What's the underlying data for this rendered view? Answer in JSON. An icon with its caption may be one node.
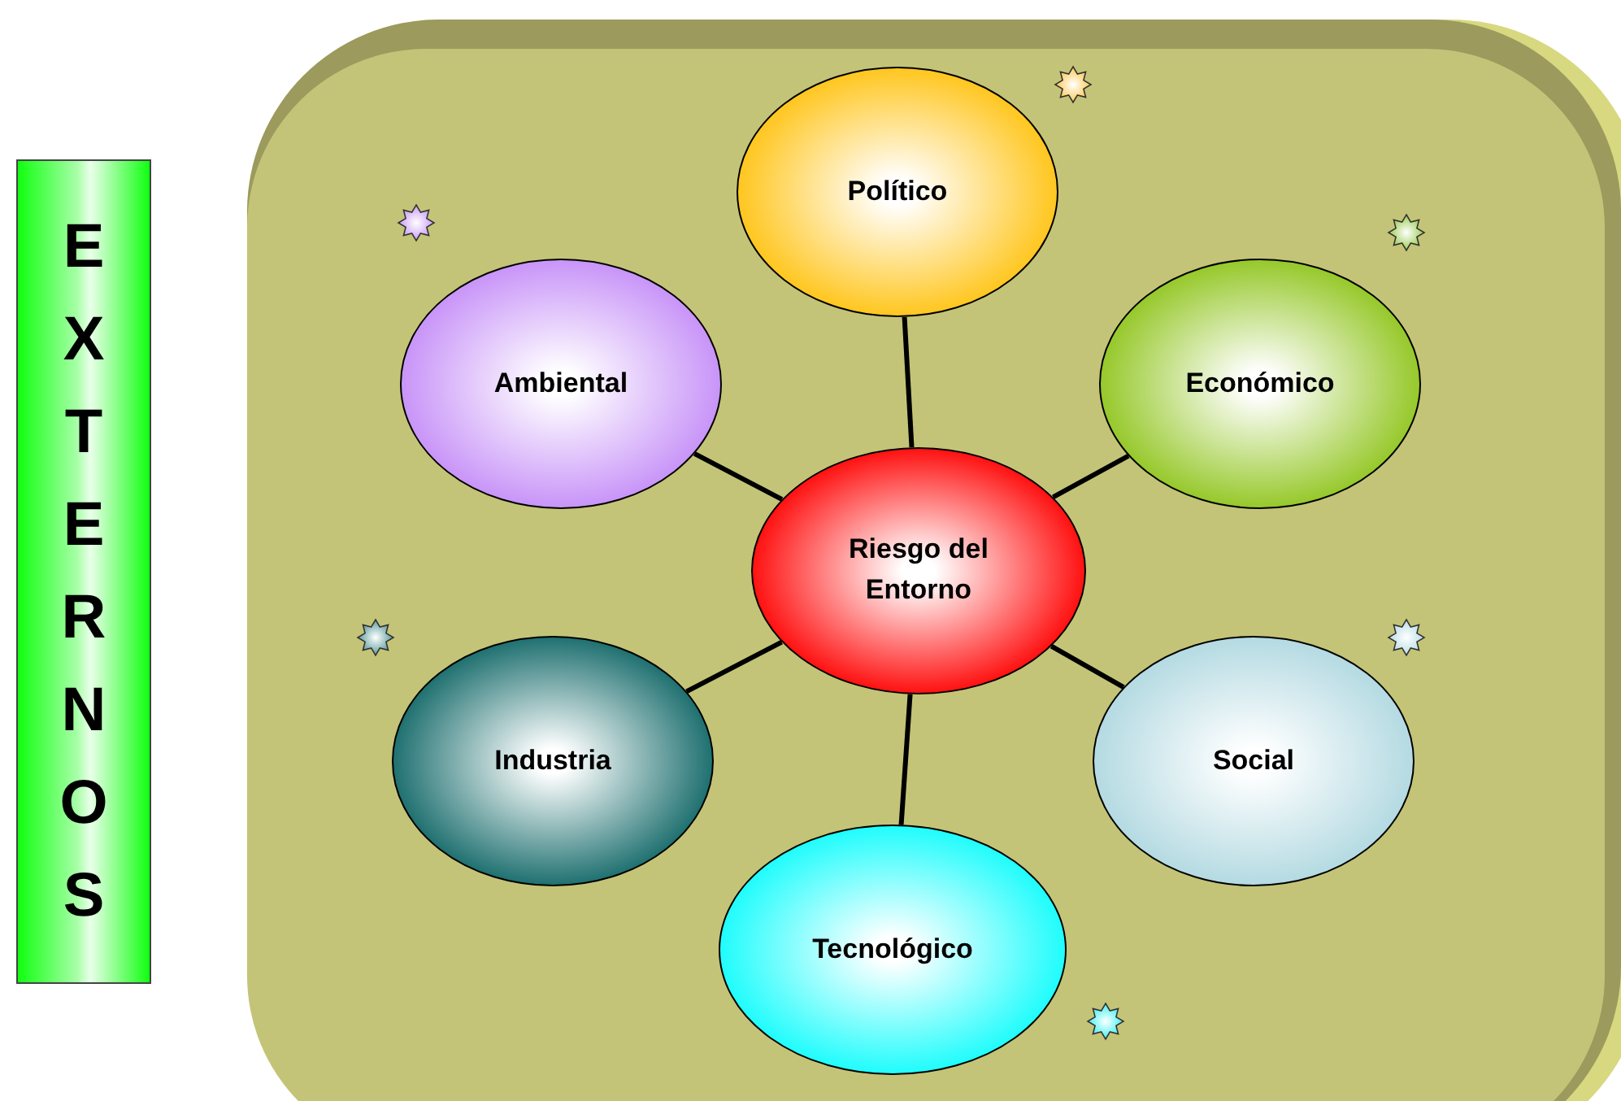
{
  "diagram": {
    "nodes": [
      {
        "text": [
          "EXTERNOS"
        ]
      },
      {
        "text": [
          "Político"
        ]
      },
      {
        "text": [
          "Ambiental"
        ]
      },
      {
        "text": [
          "Económico"
        ]
      },
      {
        "text": [
          "Riesgo del Entorno"
        ]
      },
      {
        "text": [
          "Industria"
        ]
      },
      {
        "text": [
          "Social"
        ]
      },
      {
        "text": [
          "Tecnológico"
        ]
      }
    ],
    "edges": [
      {
        "from": 4,
        "to": 1,
        "arrow": "none"
      },
      {
        "from": 4,
        "to": 2,
        "arrow": "none"
      },
      {
        "from": 4,
        "to": 3,
        "arrow": "none"
      },
      {
        "from": 4,
        "to": 5,
        "arrow": "none"
      },
      {
        "from": 4,
        "to": 6,
        "arrow": "none"
      },
      {
        "from": 4,
        "to": 7,
        "arrow": "none"
      }
    ]
  }
}
